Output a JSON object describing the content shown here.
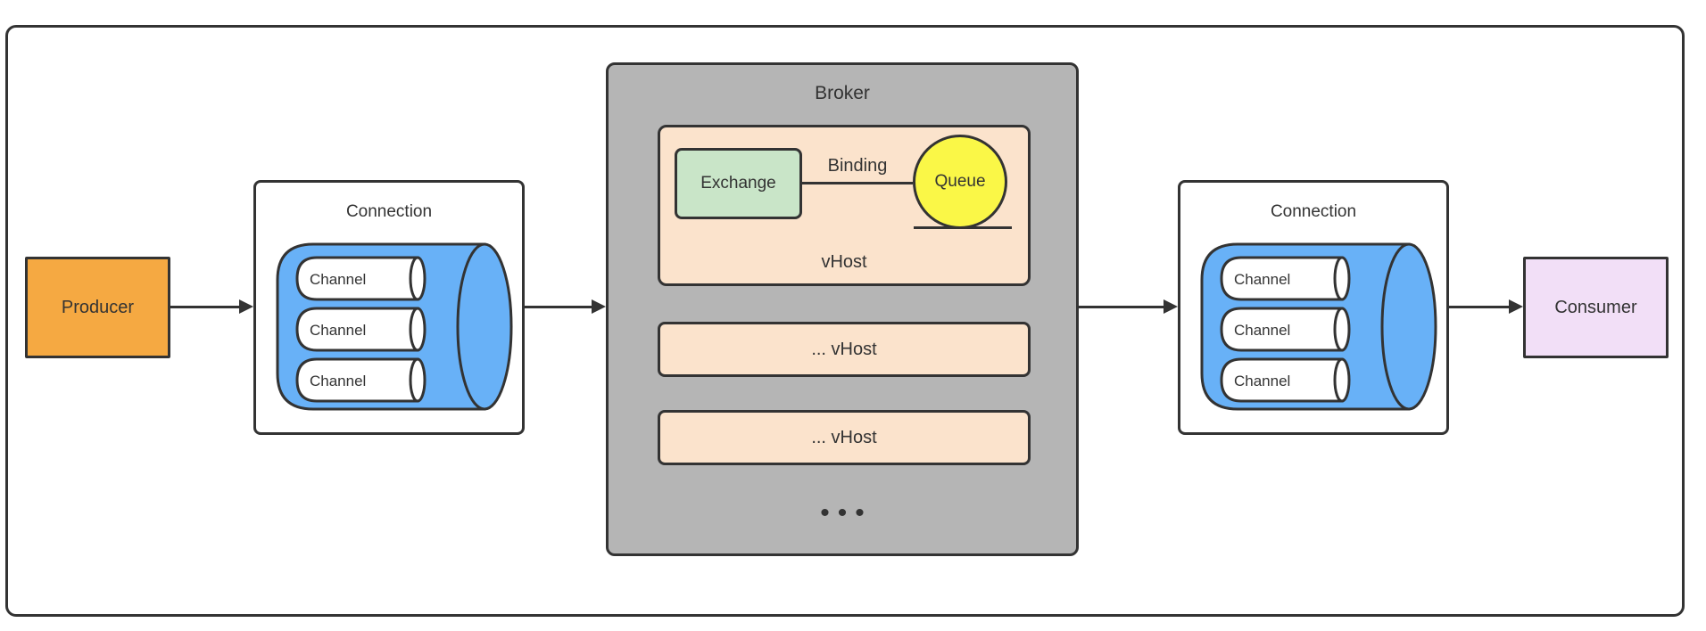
{
  "producer": {
    "label": "Producer"
  },
  "consumer": {
    "label": "Consumer"
  },
  "connection_left": {
    "title": "Connection",
    "channels": [
      "Channel",
      "Channel",
      "Channel"
    ]
  },
  "connection_right": {
    "title": "Connection",
    "channels": [
      "Channel",
      "Channel",
      "Channel"
    ]
  },
  "broker": {
    "title": "Broker",
    "vhost_main": {
      "exchange_label": "Exchange",
      "binding_label": "Binding",
      "queue_label": "Queue",
      "label": "vHost"
    },
    "vhost_rows": [
      "... vHost",
      "... vHost"
    ],
    "ellipsis": "•••"
  },
  "colors": {
    "border": "#333333",
    "producer_fill": "#F5A942",
    "consumer_fill": "#F2DFF7",
    "connection_fill": "#FFFFFF",
    "cylinder_blue": "#68B1F7",
    "channel_fill": "#FFFFFF",
    "broker_fill": "#B5B5B5",
    "vhost_fill": "#FBE3CC",
    "exchange_fill": "#C9E5C8",
    "queue_fill": "#FAF747"
  }
}
